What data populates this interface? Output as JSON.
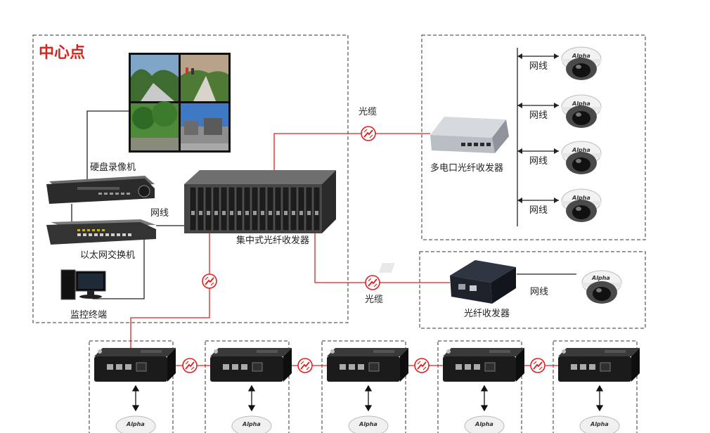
{
  "center": {
    "title": "中心点"
  },
  "labels": {
    "dvr": "硬盘录像机",
    "switch": "以太网交换机",
    "terminal": "监控终端",
    "rack": "集中式光纤收发器",
    "multi": "多电口光纤收发器",
    "single": "光纤收发器",
    "cable": "网线",
    "fiber": "光缆"
  },
  "brand": "Alpha",
  "colors": {
    "fiber": "#e02020",
    "title": "#d9261c",
    "frame": "#333333"
  }
}
